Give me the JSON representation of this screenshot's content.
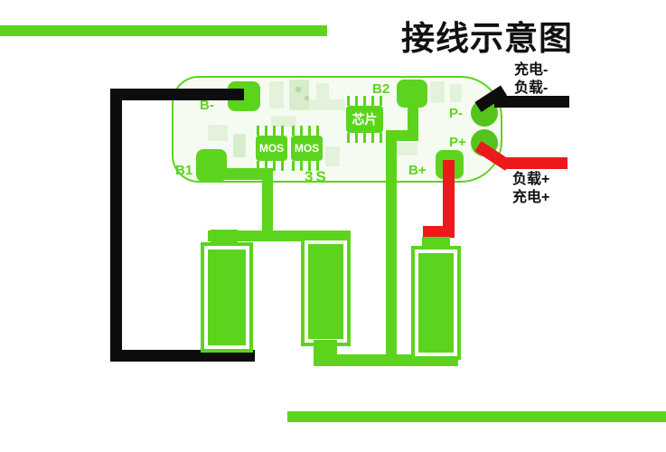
{
  "title": "接线示意图",
  "colors": {
    "green": "#5cd41e",
    "pad_round": "#54c41d",
    "red": "#ec1a1a",
    "black": "#0d0d0d",
    "board_bg": "#f6fbf2"
  },
  "board": {
    "spec_label": "3S",
    "pads": [
      {
        "id": "b-minus",
        "label": "B-"
      },
      {
        "id": "b1",
        "label": "B1"
      },
      {
        "id": "b2",
        "label": "B2"
      },
      {
        "id": "b-plus",
        "label": "B+"
      },
      {
        "id": "p-minus",
        "label": "P-"
      },
      {
        "id": "p-plus",
        "label": "P+"
      }
    ],
    "chips": [
      {
        "id": "mos-1",
        "label": "MOS"
      },
      {
        "id": "mos-2",
        "label": "MOS"
      },
      {
        "id": "ic",
        "label": "芯片"
      }
    ]
  },
  "wire_labels": {
    "p_minus_line1": "充电-",
    "p_minus_line2": "负载-",
    "p_plus_line1": "负载+",
    "p_plus_line2": "充电+"
  },
  "battery_count": 3
}
